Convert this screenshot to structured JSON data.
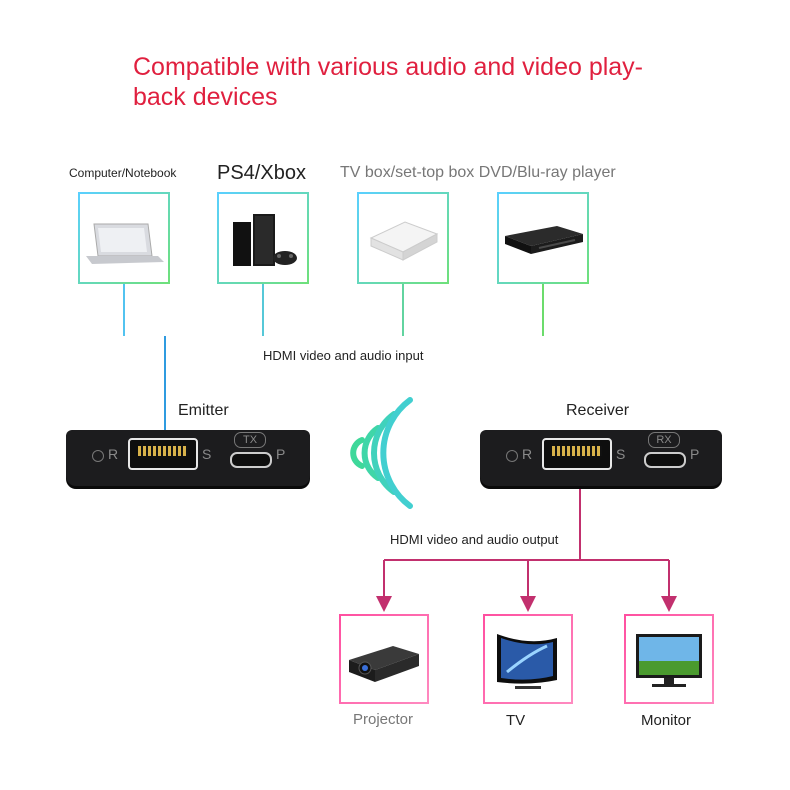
{
  "headline": "Compatible with various audio and video play-back devices",
  "sources": [
    {
      "label": "Computer/Notebook",
      "icon": "laptop-icon"
    },
    {
      "label": "PS4/Xbox",
      "icon": "game-console-icon"
    },
    {
      "label": "TV box/set-top box DVD/Blu-ray player",
      "icon": "tv-box-icon"
    },
    {
      "label": "",
      "icon": "bluray-player-icon"
    }
  ],
  "input_label": "HDMI video and audio input",
  "emitter": {
    "title": "Emitter",
    "badge": "TX",
    "left": "R",
    "mid": "S",
    "right": "P"
  },
  "receiver": {
    "title": "Receiver",
    "badge": "RX",
    "left": "R",
    "mid": "S",
    "right": "P"
  },
  "output_label": "HDMI video and audio output",
  "outputs": [
    {
      "label": "Projector",
      "icon": "projector-icon"
    },
    {
      "label": "TV",
      "icon": "tv-icon"
    },
    {
      "label": "Monitor",
      "icon": "monitor-icon"
    }
  ],
  "colors": {
    "headline": "#e0203f",
    "input_line": "#52c3f0",
    "output_line": "#c2306e",
    "wireless": "#3fd6a8"
  }
}
